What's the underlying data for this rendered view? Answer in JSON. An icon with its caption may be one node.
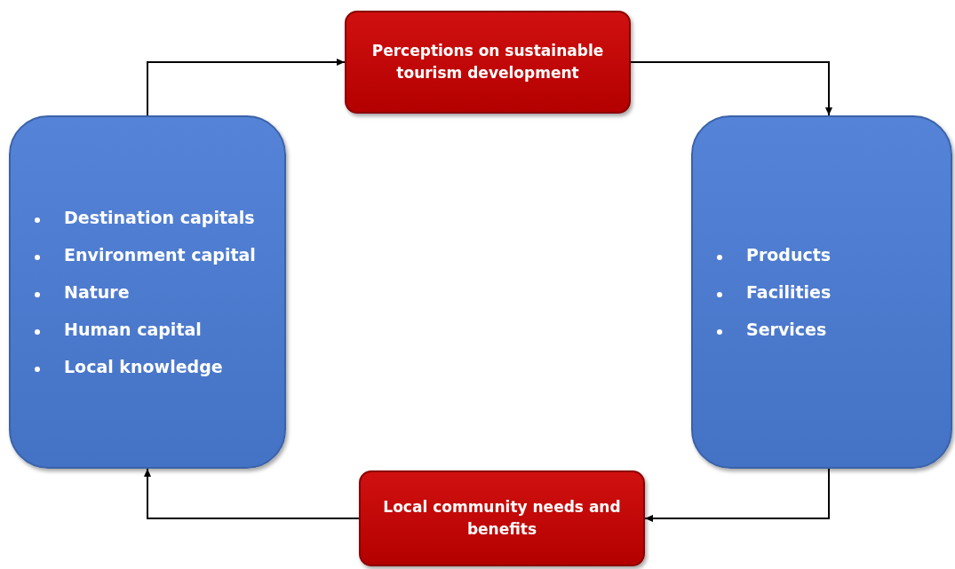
{
  "diagram": {
    "nodes": [
      {
        "text": [
          "Destination capitals",
          "Environment capital",
          "Nature",
          "Human capital",
          "Local knowledge"
        ]
      },
      {
        "text": [
          "Perceptions on sustainable tourism development"
        ]
      },
      {
        "text": [
          "Products",
          "Facilities",
          "Services"
        ]
      },
      {
        "text": [
          "Local community needs and benefits"
        ]
      }
    ],
    "edges": [
      {
        "from": 0,
        "to": 1,
        "arrow": "to"
      },
      {
        "from": 1,
        "to": 2,
        "arrow": "to"
      },
      {
        "from": 2,
        "to": 3,
        "arrow": "to"
      },
      {
        "from": 3,
        "to": 0,
        "arrow": "to"
      }
    ]
  }
}
